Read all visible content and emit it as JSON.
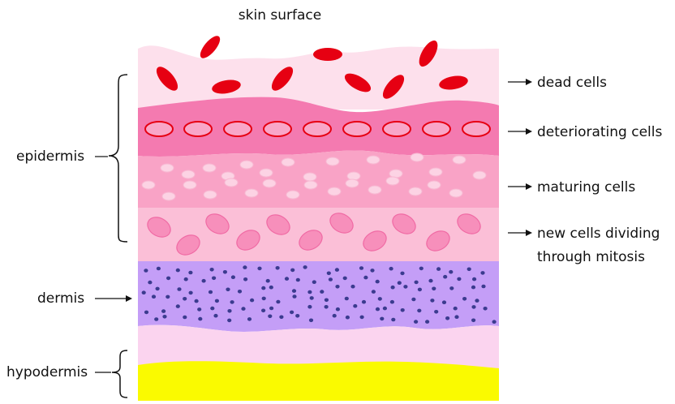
{
  "title": "skin surface",
  "layers": {
    "epidermis": "epidermis",
    "dermis": "dermis",
    "hypodermis": "hypodermis"
  },
  "cell_labels": {
    "dead": "dead cells",
    "deteriorating": "deteriorating cells",
    "maturing": "maturing cells",
    "new_line1": "new cells dividing",
    "new_line2": "through mitosis"
  },
  "colors": {
    "dead_layer": "#fde0ec",
    "dead_cell": "#e60012",
    "deteriorating_layer": "#f47ab0",
    "deteriorating_cell_fill": "#f9a6c8",
    "deteriorating_cell_stroke": "#e60012",
    "maturing_layer": "#f9a3c6",
    "maturing_cell": "#fcd3e4",
    "new_layer": "#fbbfd7",
    "new_cell": "#f78fbb",
    "dermis_layer": "#c49ef7",
    "dermis_dot": "#3b3b8f",
    "hypodermis_pink": "#fbd4ef",
    "hypodermis_yellow": "#fafa00"
  }
}
